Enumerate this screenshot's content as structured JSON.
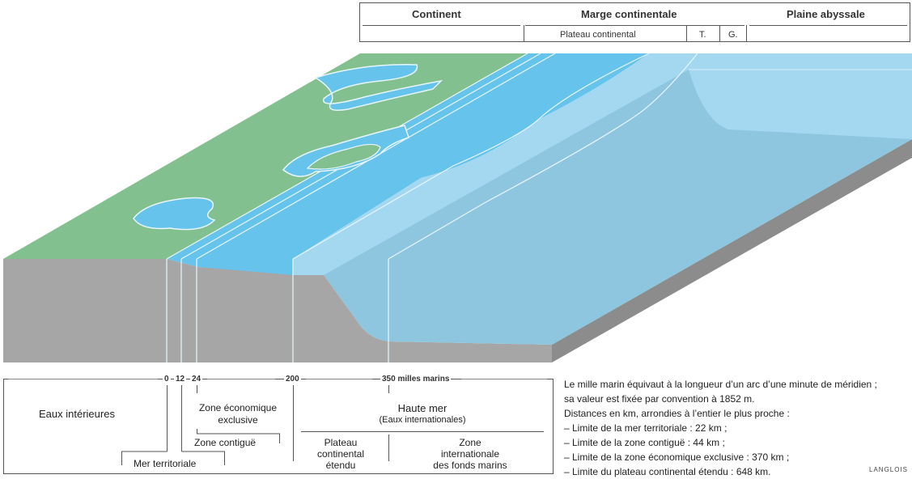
{
  "header": {
    "continent": "Continent",
    "marge": "Marge continentale",
    "plaine": "Plaine abyssale",
    "plateau": "Plateau continental",
    "talus": "T.",
    "glacis": "G."
  },
  "scale": {
    "mark_0": "0",
    "mark_12": "12",
    "mark_24": "24",
    "mark_200": "200",
    "mark_350": "350 milles marins"
  },
  "zones": {
    "eaux_interieures": "Eaux intérieures",
    "zee_line1": "Zone économique",
    "zee_line2": "exclusive",
    "contigue": "Zone contiguë",
    "territoriale": "Mer territoriale",
    "haute_mer": "Haute mer",
    "eaux_internationales": "(Eaux internationales)",
    "plateau_line1": "Plateau",
    "plateau_line2": "continental",
    "plateau_line3": "étendu",
    "fonds_line1": "Zone",
    "fonds_line2": "internationale",
    "fonds_line3": "des fonds marins"
  },
  "notes": [
    "Le mille marin équivaut à la longueur d’un arc d’une minute de méridien ;",
    "sa valeur est fixée par convention à 1852 m.",
    "Distances en km, arrondies à l’entier le plus proche :",
    "– Limite de la mer territoriale : 22 km ;",
    "– Limite de la zone contiguë : 44 km ;",
    "– Limite de la zone économique exclusive : 370 km ;",
    "– Limite du plateau continental étendu : 648 km."
  ],
  "credit": "LANGLOIS",
  "colors": {
    "land": "#82c08f",
    "ground": "#a6a6a6",
    "ground_dark": "#8c8c8c",
    "sea": "#66c3ec",
    "sea_light": "#a4d8f1",
    "deep": "#8cc3dc"
  }
}
